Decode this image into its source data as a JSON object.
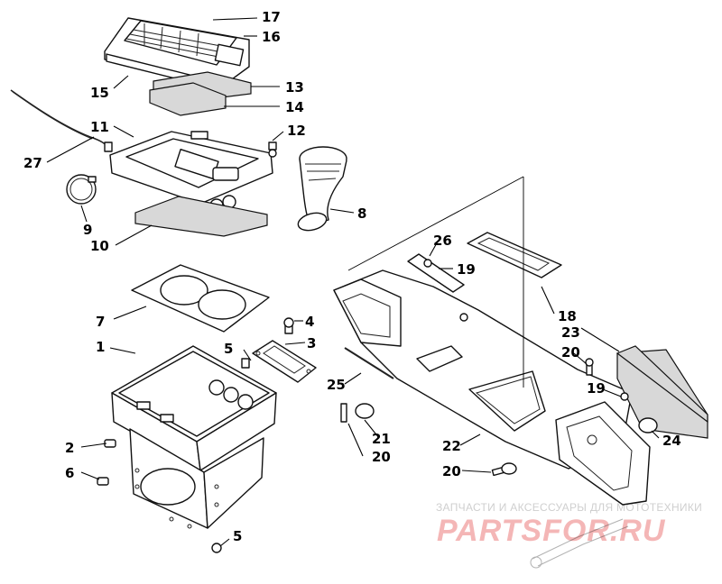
{
  "callouts": [
    {
      "id": "c17",
      "label": "17"
    },
    {
      "id": "c16",
      "label": "16"
    },
    {
      "id": "c15",
      "label": "15"
    },
    {
      "id": "c13",
      "label": "13"
    },
    {
      "id": "c14",
      "label": "14"
    },
    {
      "id": "c11",
      "label": "11"
    },
    {
      "id": "c12",
      "label": "12"
    },
    {
      "id": "c27",
      "label": "27"
    },
    {
      "id": "c9",
      "label": "9"
    },
    {
      "id": "c10",
      "label": "10"
    },
    {
      "id": "c8",
      "label": "8"
    },
    {
      "id": "c26",
      "label": "26"
    },
    {
      "id": "c19a",
      "label": "19"
    },
    {
      "id": "c18",
      "label": "18"
    },
    {
      "id": "c7",
      "label": "7"
    },
    {
      "id": "c4",
      "label": "4"
    },
    {
      "id": "c1",
      "label": "1"
    },
    {
      "id": "c5a",
      "label": "5"
    },
    {
      "id": "c3",
      "label": "3"
    },
    {
      "id": "c23",
      "label": "23"
    },
    {
      "id": "c20a",
      "label": "20"
    },
    {
      "id": "c25",
      "label": "25"
    },
    {
      "id": "c19b",
      "label": "19"
    },
    {
      "id": "c21",
      "label": "21"
    },
    {
      "id": "c20b",
      "label": "20"
    },
    {
      "id": "c24",
      "label": "24"
    },
    {
      "id": "c2",
      "label": "2"
    },
    {
      "id": "c6",
      "label": "6"
    },
    {
      "id": "c22",
      "label": "22"
    },
    {
      "id": "c20c",
      "label": "20"
    },
    {
      "id": "c5b",
      "label": "5"
    }
  ],
  "watermark": {
    "tagline": "ЗАПЧАСТИ И АКСЕССУАРЫ ДЛЯ МОТОТЕХНИКИ",
    "brand": "PARTSFOR.RU"
  }
}
